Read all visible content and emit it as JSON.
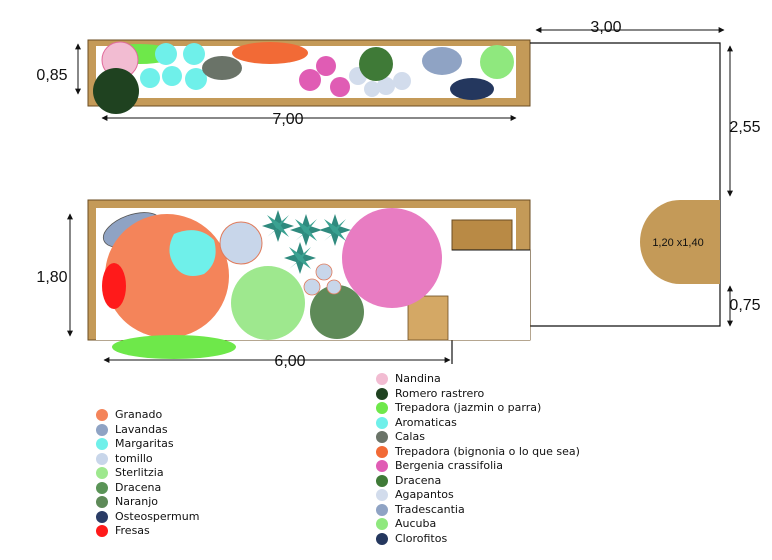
{
  "dimensions": {
    "top_width": "3,00",
    "top_left_height": "0,85",
    "top_length": "7,00",
    "right_height": "2,55",
    "bottom_left_height": "1,80",
    "bottom_length": "6,00",
    "bottom_right_height": "0,75"
  },
  "area_label": "1,20 x1,40",
  "legend_left": [
    {
      "label": "Granado",
      "color": "#f4845a"
    },
    {
      "label": "Lavandas",
      "color": "#8fa3c4"
    },
    {
      "label": "Margaritas",
      "color": "#6ff0ea"
    },
    {
      "label": "tomillo",
      "color": "#c8d6ea"
    },
    {
      "label": "Sterlitzia",
      "color": "#9ee88e"
    },
    {
      "label": "Dracena",
      "color": "#5a9457"
    },
    {
      "label": "Naranjo",
      "color": "#5e8a58"
    },
    {
      "label": "Osteospermum",
      "color": "#2a3c66"
    },
    {
      "label": "Fresas",
      "color": "#ff1a1a"
    }
  ],
  "legend_right": [
    {
      "label": "Nandina",
      "color": "#f2bcd2"
    },
    {
      "label": "Romero rastrero",
      "color": "#1f4220"
    },
    {
      "label": "Trepadora (jazmin o parra)",
      "color": "#6ee84a"
    },
    {
      "label": "Aromaticas",
      "color": "#6ff0ea"
    },
    {
      "label": "Calas",
      "color": "#6a7368"
    },
    {
      "label": "Trepadora (bignonia o lo que sea)",
      "color": "#f26a36"
    },
    {
      "label": "Bergenia crassifolia",
      "color": "#e05cb4"
    },
    {
      "label": "Dracena",
      "color": "#3f7a37"
    },
    {
      "label": "Agapantos",
      "color": "#d2dcec"
    },
    {
      "label": "Tradescantia",
      "color": "#8fa3c4"
    },
    {
      "label": "Aucuba",
      "color": "#8fe87e"
    },
    {
      "label": "Clorofitos",
      "color": "#24375e"
    }
  ]
}
